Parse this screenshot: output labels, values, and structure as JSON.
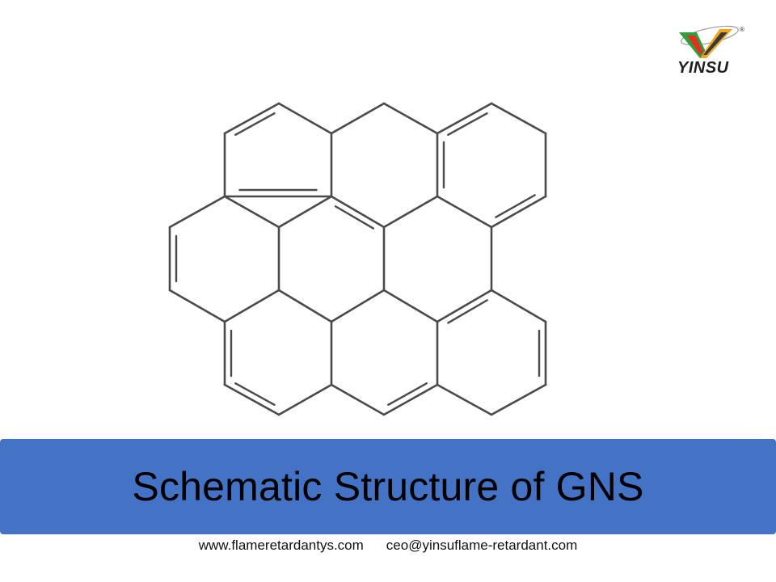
{
  "brand": {
    "name": "YINSU",
    "registered": "®",
    "logo_icon": "v-chevron-logo-icon",
    "colors": {
      "green": "#2e9e3e",
      "red": "#e0301e",
      "orange": "#f2a61f",
      "dark": "#1f1f1f"
    }
  },
  "diagram": {
    "subject": "graphene nanosheet hexagonal ring structure",
    "line_color": "#4a4a4a"
  },
  "banner": {
    "title": "Schematic Structure of GNS",
    "color": "#4472c4"
  },
  "footer": {
    "website": "www.flameretardantys.com",
    "email": "ceo@yinsuflame-retardant.com"
  }
}
